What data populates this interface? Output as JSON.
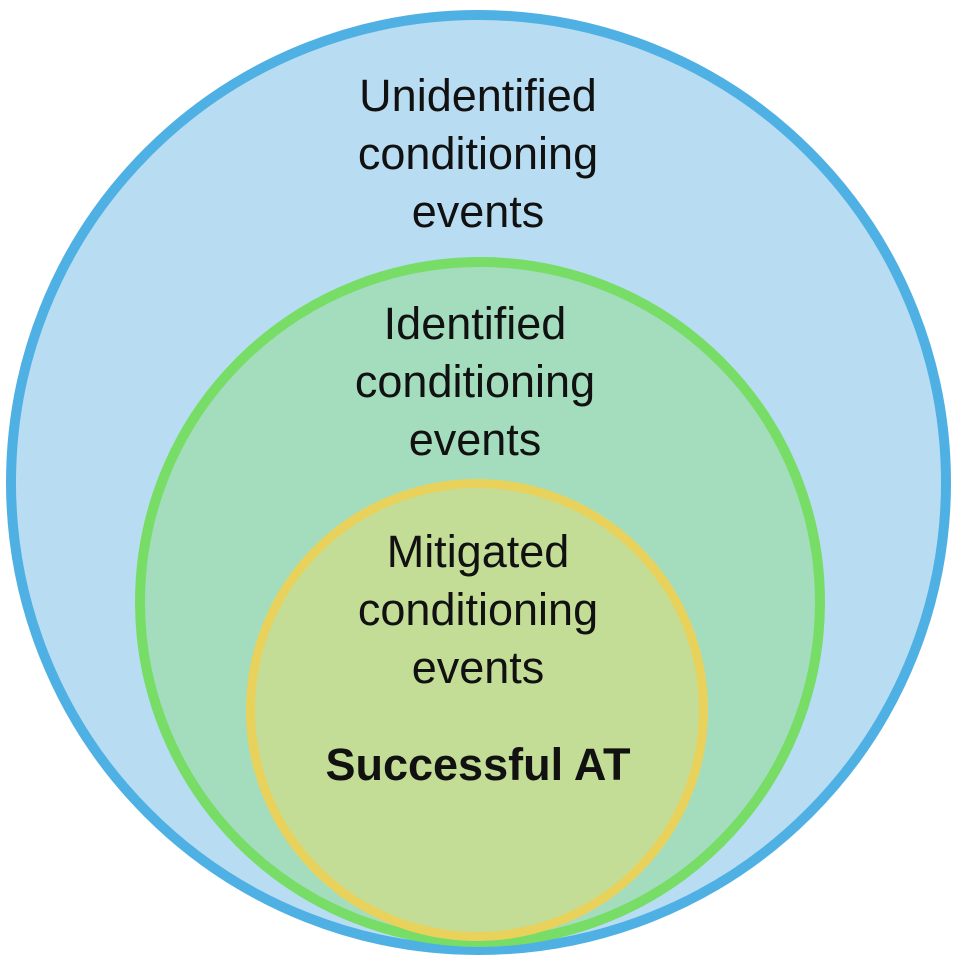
{
  "colors": {
    "outer_fill": "#b8ddf3",
    "outer_stroke": "#4fb0e4",
    "middle_fill": "#a3ddbe",
    "middle_stroke": "#77dd66",
    "inner_fill": "#c3dd96",
    "inner_stroke": "#e8d25c"
  },
  "outer": {
    "lines": [
      "Unidentified",
      "conditioning",
      "events"
    ]
  },
  "middle": {
    "lines": [
      "Identified",
      "conditioning",
      "events"
    ]
  },
  "inner": {
    "lines": [
      "Mitigated",
      "conditioning",
      "events"
    ],
    "result": "Successful AT"
  }
}
